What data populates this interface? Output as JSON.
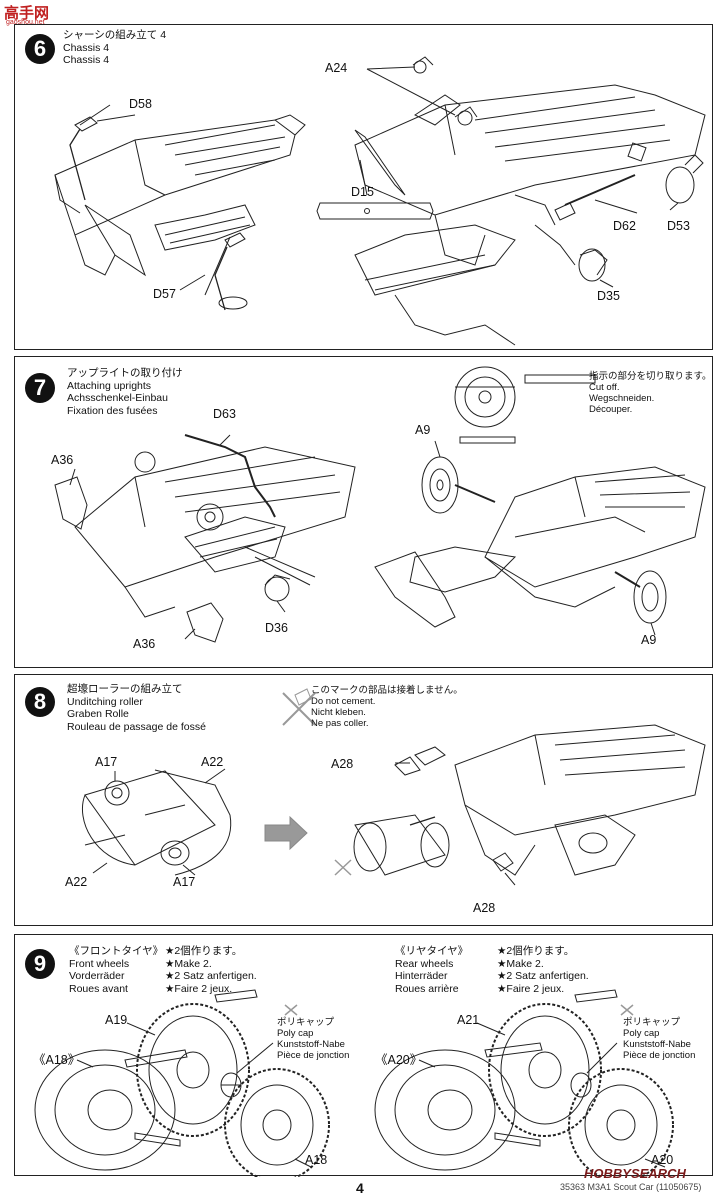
{
  "watermark_top": "高手网",
  "watermark_top_url": "gaoshou.net",
  "step6": {
    "number": "6",
    "title_ja": "シャーシの組み立て 4",
    "title_en": "Chassis 4",
    "title_de": "Chassis 4",
    "labels": [
      "D58",
      "D57",
      "A24",
      "D15",
      "D62",
      "D53",
      "D35"
    ]
  },
  "step7": {
    "number": "7",
    "title_ja": "アップライトの取り付け",
    "title_en": "Attaching uprights",
    "title_de": "Achsschenkel-Einbau",
    "title_fr": "Fixation des fusées",
    "labels": [
      "D63",
      "A36",
      "A36",
      "D36",
      "A9",
      "A9"
    ],
    "cut_note": [
      "指示の部分を切り取ります。",
      "Cut off.",
      "Wegschneiden.",
      "Découper."
    ]
  },
  "step8": {
    "number": "8",
    "title_ja": "超壕ローラーの組み立て",
    "title_en": "Unditching roller",
    "title_de": "Graben Rolle",
    "title_fr": "Rouleau de passage de fossé",
    "cement_note": [
      "このマークの部品は接着しません。",
      "Do not cement.",
      "Nicht kleben.",
      "Ne pas coller."
    ],
    "labels": [
      "A17",
      "A22",
      "A22",
      "A17",
      "A28",
      "A28"
    ]
  },
  "step9": {
    "number": "9",
    "front": {
      "title_ja": "《フロントタイヤ》",
      "title_en": "Front wheels",
      "title_de": "Vorderräder",
      "title_fr": "Roues avant",
      "make_note": [
        "★2個作ります。",
        "★Make 2.",
        "★2 Satz anfertigen.",
        "★Faire 2 jeux."
      ],
      "polycap": [
        "ポリキャップ",
        "Poly cap",
        "Kunststoff-Nabe",
        "Pièce de jonction"
      ],
      "labels": [
        "A19",
        "《A18》",
        "A18"
      ]
    },
    "rear": {
      "title_ja": "《リヤタイヤ》",
      "title_en": "Rear wheels",
      "title_de": "Hinterräder",
      "title_fr": "Roues arrière",
      "make_note": [
        "★2個作ります。",
        "★Make 2.",
        "★2 Satz anfertigen.",
        "★Faire 2 jeux."
      ],
      "polycap": [
        "ポリキャップ",
        "Poly cap",
        "Kunststoff-Nabe",
        "Pièce de jonction"
      ],
      "labels": [
        "A21",
        "《A20》",
        "A20"
      ]
    }
  },
  "footer": {
    "page_number": "4",
    "model_text": "35363 M3A1 Scout Car (11050675)",
    "watermark": "HOBBYSEARCH"
  }
}
